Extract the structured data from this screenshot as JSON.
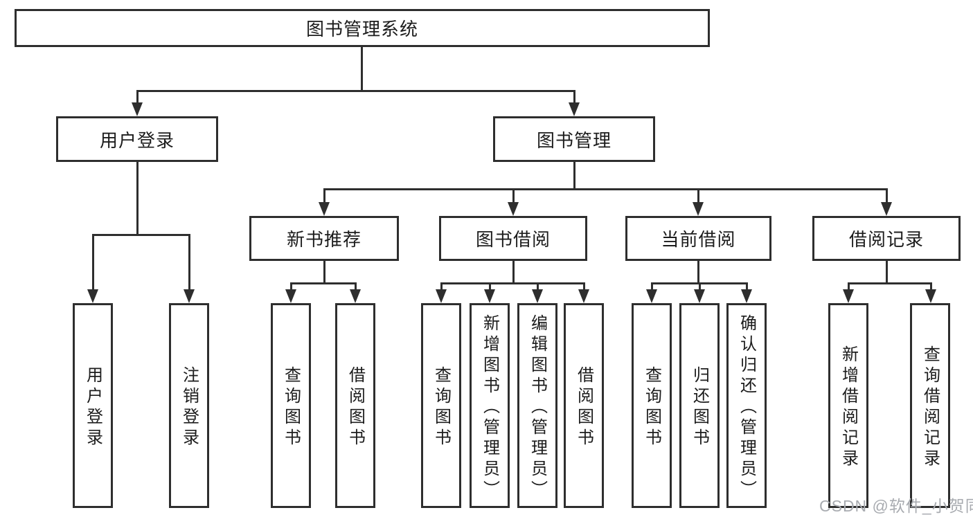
{
  "tree": {
    "root": {
      "label": "图书管理系统"
    },
    "branches": [
      {
        "label": "用户登录",
        "children": [
          "用户登录",
          "注销登录"
        ]
      },
      {
        "label": "图书管理",
        "groups": [
          {
            "label": "新书推荐",
            "children": [
              "查询图书",
              "借阅图书"
            ]
          },
          {
            "label": "图书借阅",
            "children": [
              "查询图书",
              "新增图书（管理员）",
              "编辑图书（管理员）",
              "借阅图书"
            ]
          },
          {
            "label": "当前借阅",
            "children": [
              "查询图书",
              "归还图书",
              "确认归还（管理员）"
            ]
          },
          {
            "label": "借阅记录",
            "children": [
              "新增借阅记录",
              "查询借阅记录"
            ]
          }
        ]
      }
    ]
  },
  "watermark": {
    "text": "CSDN @软件_小贺同学"
  },
  "colors": {
    "line": "#2e2e2e",
    "text": "#1c1c1c",
    "watermark": "#a8abb0",
    "background": "#ffffff"
  }
}
